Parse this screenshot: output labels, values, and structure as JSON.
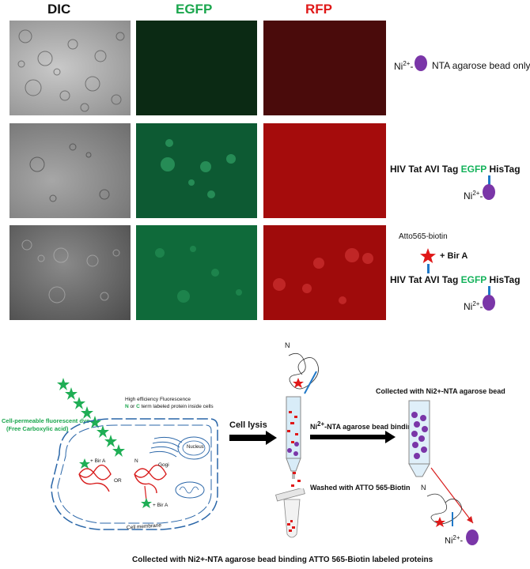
{
  "columns": {
    "dic": "DIC",
    "egfp": "EGFP",
    "rfp": "RFP"
  },
  "rows": [
    {
      "label_prefix": "Ni",
      "label_sup": "2+",
      "label_dash": "-",
      "label_suffix": "NTA agarose bead only"
    },
    {
      "construct": [
        "HIV",
        "Tat",
        "AVI",
        "Tag",
        "EGFP",
        "HisTag"
      ],
      "ni": "Ni",
      "ni_sup": "2+",
      "ni_dash": "-"
    },
    {
      "dye": "Atto565-biotin",
      "enzyme": "+ Bir A",
      "construct": [
        "HIV",
        "Tat",
        "AVI",
        "Tag",
        "EGFP",
        "HisTag"
      ],
      "ni": "Ni",
      "ni_sup": "2+",
      "ni_dash": "-"
    }
  ],
  "workflow": {
    "dye_label_1": "Cell-permeable fluorescent dye",
    "dye_label_2": "(Free Carboxylic acid)",
    "cell_title_1": "High efficiency Fluorescence",
    "cell_title_2_n": "N",
    "cell_title_2_or": " or ",
    "cell_title_2_c": "C",
    "cell_title_2_rest": " term labeled  protein inside cells",
    "nucleus": "Nucleus",
    "golgi": "Gogi",
    "bir_a_1": "+ Bir A",
    "bir_a_2": "+ Bir A",
    "or_label": "OR",
    "n_label_cell": "N",
    "cell_membrane": "Cell membrane",
    "cell_lysis": "Cell lysis",
    "n_label_top": "N",
    "bead_binding": "Ni",
    "bead_binding_sup": "2+",
    "bead_binding_rest": "-NTA agarose bead binding",
    "collected_bead": "Collected with Ni2+-NTA agarose bead",
    "washed": "Washed with ATTO 565-Biotin",
    "n_label_bottom": "N",
    "ni_bottom": "Ni",
    "ni_bottom_sup": "2+",
    "ni_bottom_dash": "-",
    "caption": "Collected with Ni2+-NTA agarose bead binding ATTO 565-Biotin labeled proteins"
  },
  "colors": {
    "green_text": "#13b25a",
    "bead": "#7a36a8",
    "star_red": "#e01818",
    "star_green": "#1fae55",
    "blue_bar": "#1f78c8",
    "coil_red": "#d81e1e",
    "cell_blue": "#2a66a8"
  }
}
